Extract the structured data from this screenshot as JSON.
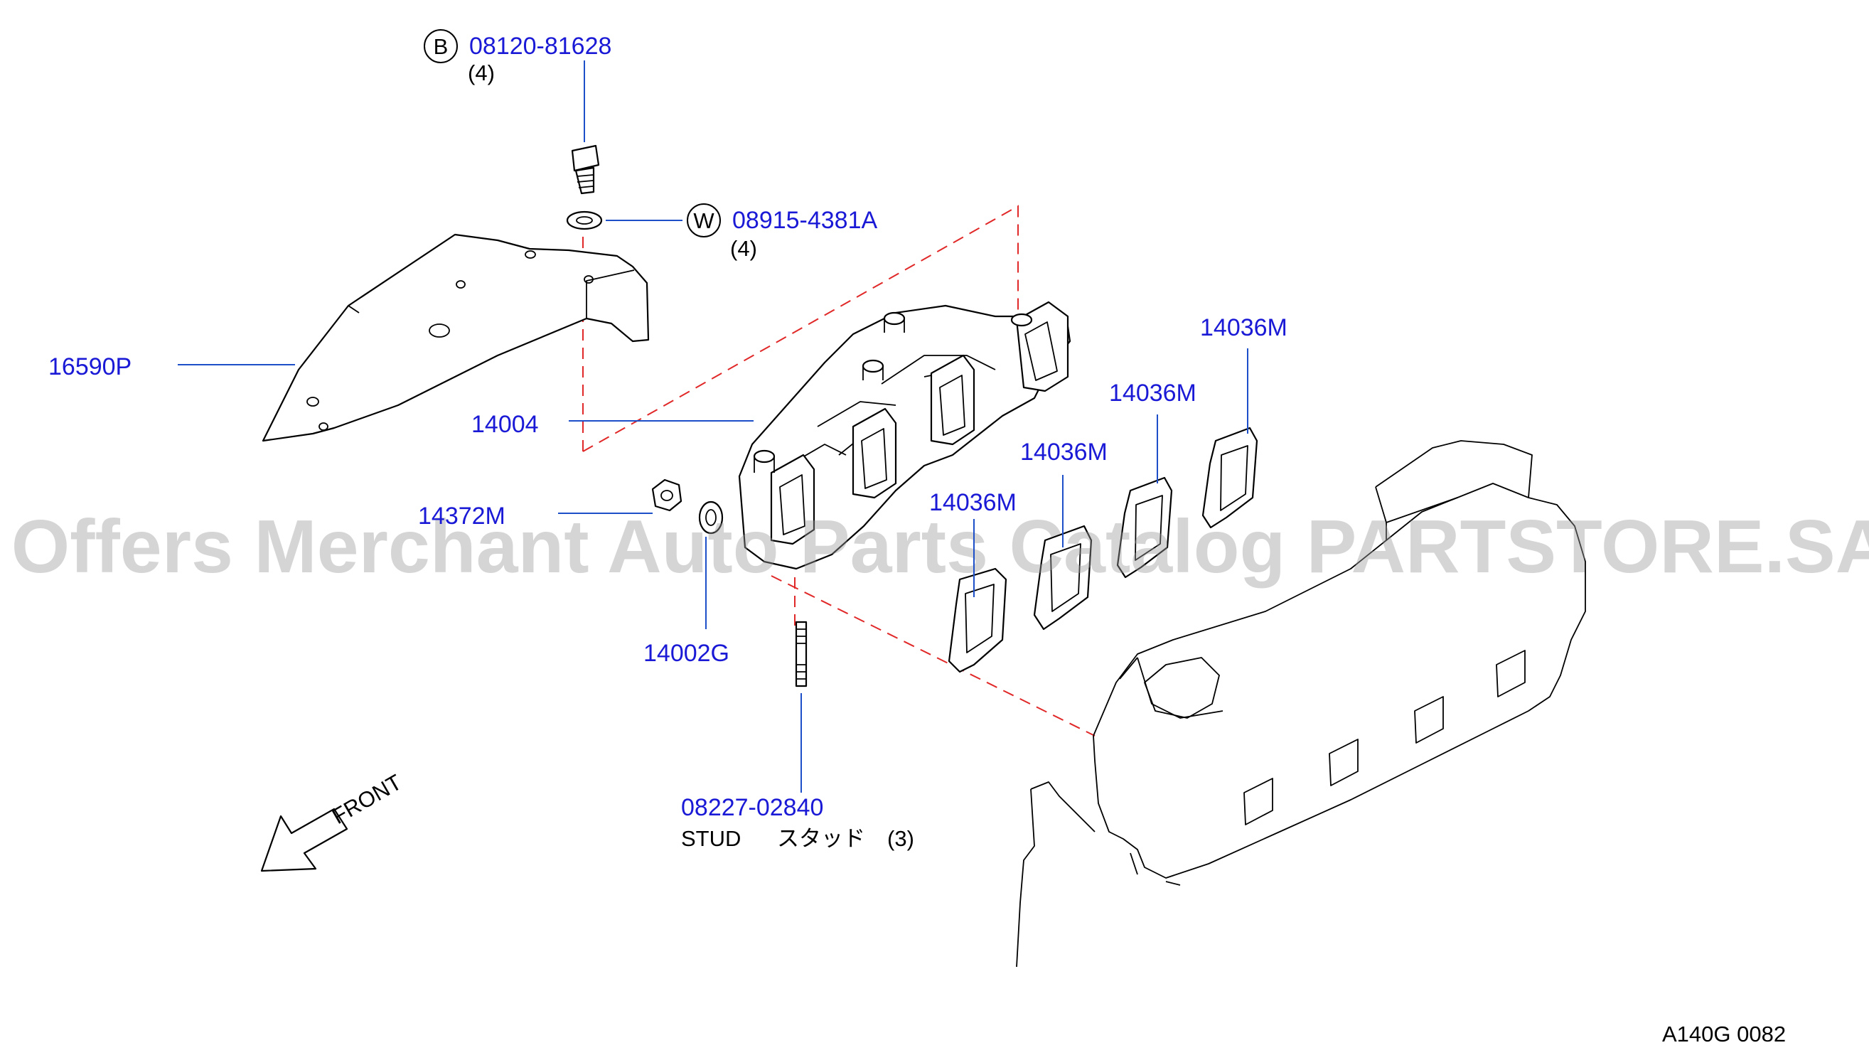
{
  "callouts": {
    "bolt": {
      "marker": "B",
      "part_no": "08120-81628",
      "qty": "(4)"
    },
    "washer": {
      "marker": "W",
      "part_no": "08915-4381A",
      "qty": "(4)"
    },
    "heat_insulator": "16590P",
    "manifold": "14004",
    "nut": "14372M",
    "gasket_1": "14036M",
    "gasket_2": "14036M",
    "gasket_3": "14036M",
    "gasket_4": "14036M",
    "washer_small": "14002G",
    "stud": {
      "part_no": "08227-02840",
      "name": "STUD",
      "name_jp": "スタッド",
      "qty": "(3)"
    }
  },
  "front_label": "FRONT",
  "figure_code": "A140G  0082",
  "watermark": "Offers Merchant Auto Parts Catalog PARTSTORE.SA",
  "colors": {
    "part_number": "#1a1ad6",
    "leader": "#1d4fc8",
    "assembly_dash": "#e12828"
  }
}
